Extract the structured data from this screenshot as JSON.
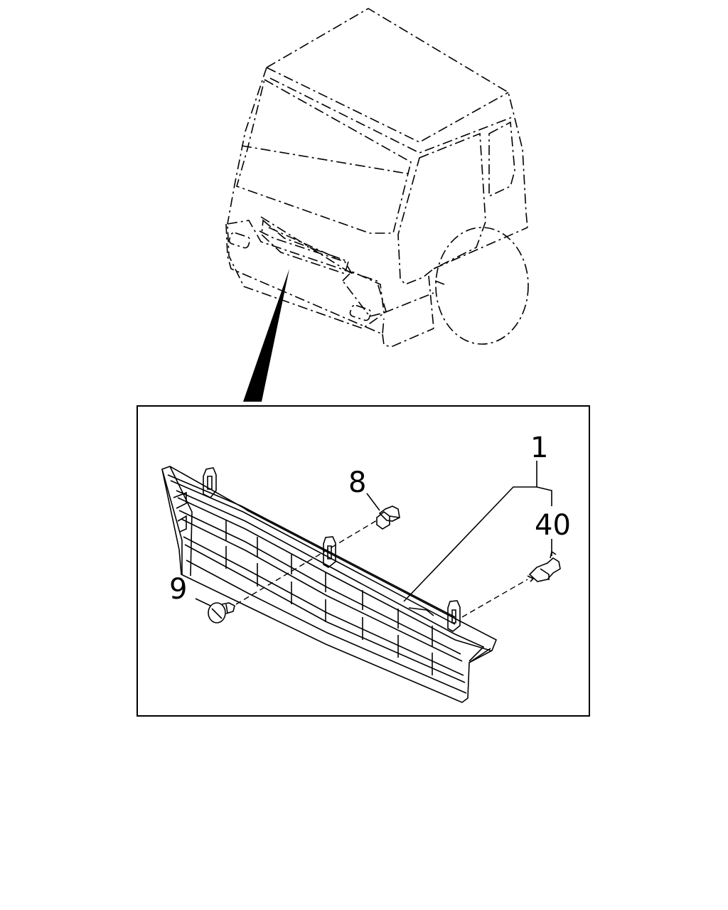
{
  "diagram": {
    "labels": {
      "grille": "1",
      "grommet": "8",
      "screw": "9",
      "clip": "40"
    }
  }
}
